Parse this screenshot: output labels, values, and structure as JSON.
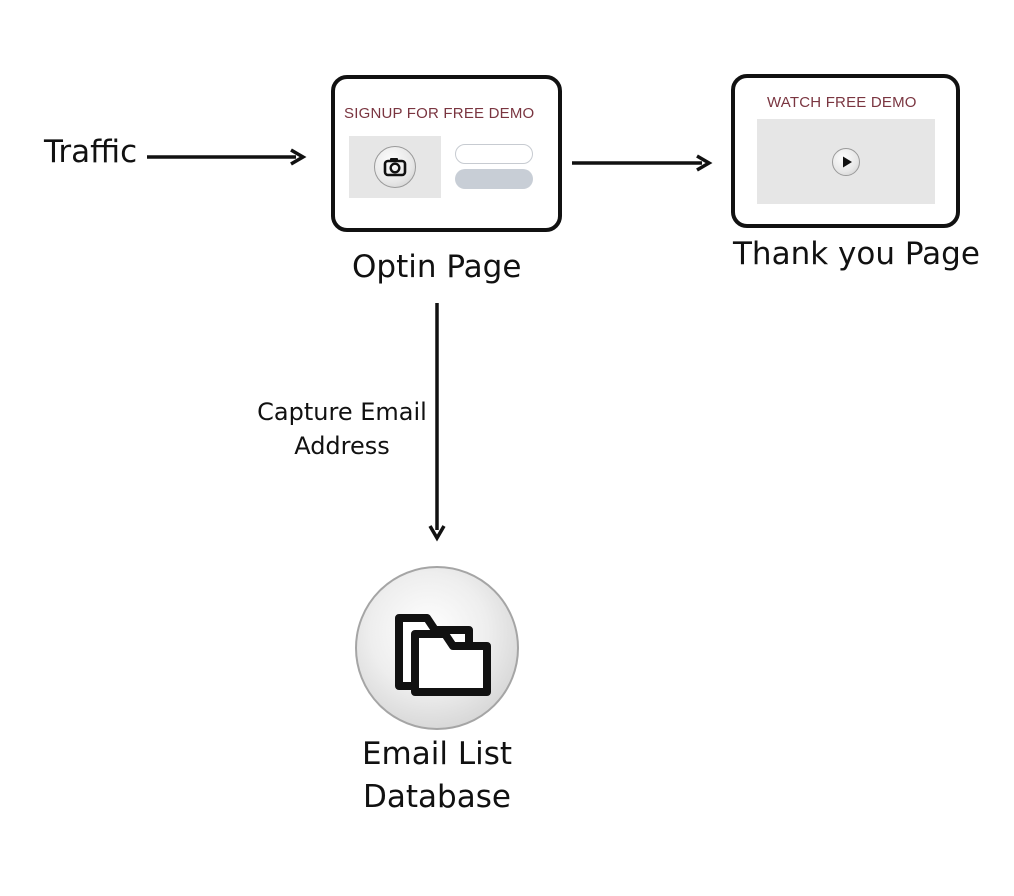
{
  "traffic": {
    "label": "Traffic"
  },
  "optin": {
    "card_title": "SIGNUP FOR FREE DEMO",
    "label": "Optin Page",
    "media_icon": "camera-icon"
  },
  "thankyou": {
    "card_title": "WATCH FREE DEMO",
    "label": "Thank you Page",
    "media_icon": "play-icon"
  },
  "capture": {
    "line1": "Capture Email",
    "line2": "Address"
  },
  "database": {
    "line1": "Email List",
    "line2": "Database",
    "icon": "folder-icon"
  },
  "colors": {
    "card_title": "#7a3540",
    "stroke": "#111111",
    "placeholder": "#e6e6e6",
    "form_button": "#c8ced6"
  }
}
